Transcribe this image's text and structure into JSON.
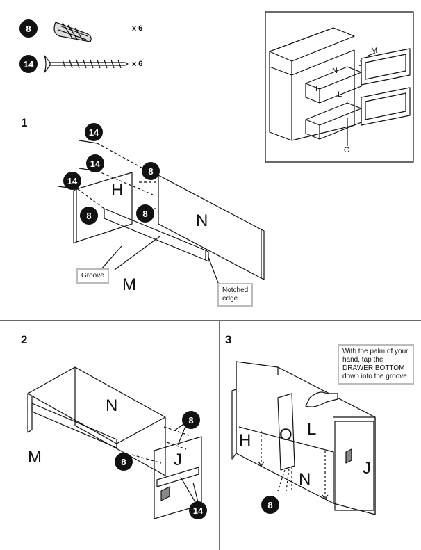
{
  "hardware": [
    {
      "id": "8",
      "qty": "x 6"
    },
    {
      "id": "14",
      "qty": "x 6"
    }
  ],
  "steps": {
    "s1": "1",
    "s2": "2",
    "s3": "3"
  },
  "labels": {
    "H": "H",
    "N": "N",
    "M": "M",
    "J": "J",
    "L": "L",
    "O": "O"
  },
  "badges": {
    "b8": "8",
    "b14": "14"
  },
  "callouts": {
    "groove": "Groove",
    "notched_line1": "Notched",
    "notched_line2": "edge",
    "tap_text": "With the palm of your hand, tap the DRAWER BOTTOM down into the groove."
  }
}
